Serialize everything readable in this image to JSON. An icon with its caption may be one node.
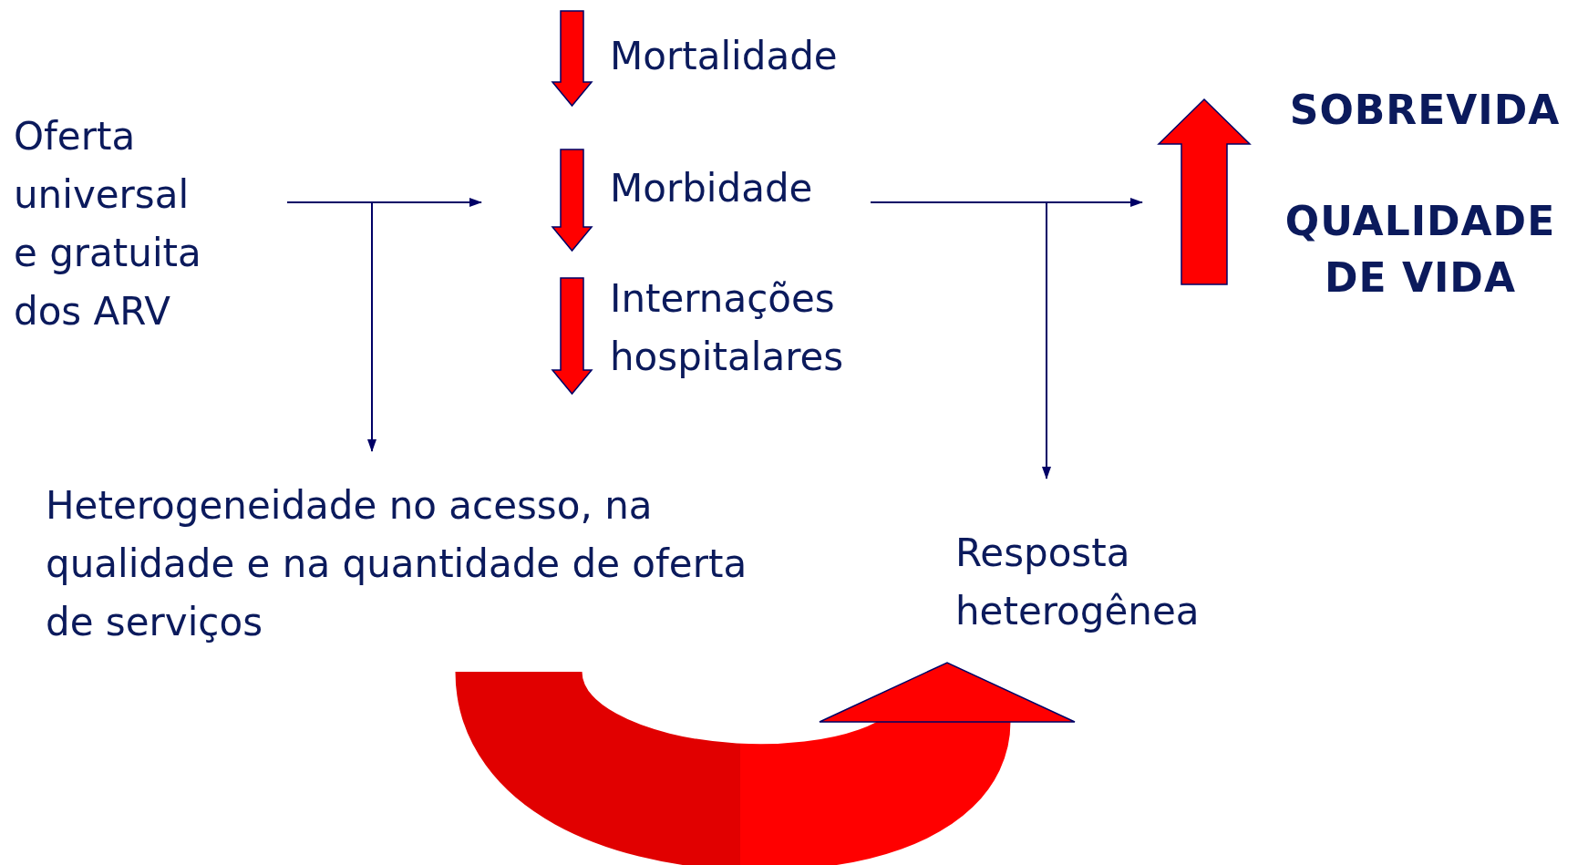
{
  "diagram": {
    "nodes": [
      {
        "text": [
          "Oferta universal e gratuita dos ARV"
        ]
      },
      {
        "text": [
          "Mortalidade",
          "Morbidade",
          "Internações hospitalares"
        ]
      },
      {
        "text": [
          "SOBREVIDA",
          "QUALIDADE DE VIDA"
        ]
      },
      {
        "text": [
          "Heterogeneidade no acesso, na qualidade e na quantidade de oferta de serviços"
        ]
      },
      {
        "text": [
          "Resposta heterogênea"
        ]
      }
    ],
    "edges": [
      {
        "from": 0,
        "to": 1,
        "arrow": "to"
      },
      {
        "from": 1,
        "to": 2,
        "arrow": "to"
      },
      {
        "from": 0,
        "to": 3,
        "arrow": "to"
      },
      {
        "from": 1,
        "to": 4,
        "arrow": "to"
      },
      {
        "from": 3,
        "to": 4,
        "arrow": "to",
        "style": "thick",
        "color": "#ff0000"
      }
    ]
  }
}
